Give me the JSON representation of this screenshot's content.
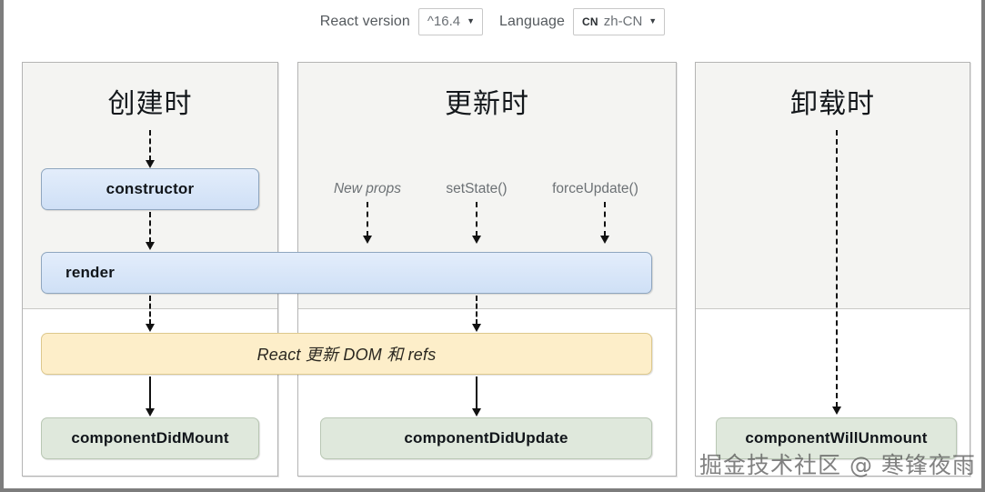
{
  "header": {
    "react_version_label": "React version",
    "react_version_value": "^16.4",
    "language_label": "Language",
    "language_flag": "CN",
    "language_value": "zh-CN",
    "caret": "▼"
  },
  "phases": [
    {
      "title": "创建时"
    },
    {
      "title": "更新时"
    },
    {
      "title": "卸载时"
    }
  ],
  "triggers": [
    {
      "label": "New props",
      "italic": true
    },
    {
      "label": "setState()",
      "italic": false
    },
    {
      "label": "forceUpdate()",
      "italic": false
    }
  ],
  "nodes": {
    "constructor": "constructor",
    "render": "render",
    "react_dom": "React 更新 DOM 和 refs",
    "did_mount": "componentDidMount",
    "did_update": "componentDidUpdate",
    "will_unmount": "componentWillUnmount"
  },
  "watermark": "掘金技术社区 @ 寒锋夜雨",
  "colors": {
    "blue_fill": "#cfe0f6",
    "blue_border": "#8fa6bf",
    "green_fill": "#dfe8dc",
    "green_border": "#b9c7b4",
    "yellow_fill": "#fdeec9",
    "yellow_border": "#ddc88c",
    "panel_top_bg": "#f4f4f2",
    "panel_border": "#b4b4b4",
    "arrow": "#111111",
    "page_border": "#7d7d7d"
  }
}
